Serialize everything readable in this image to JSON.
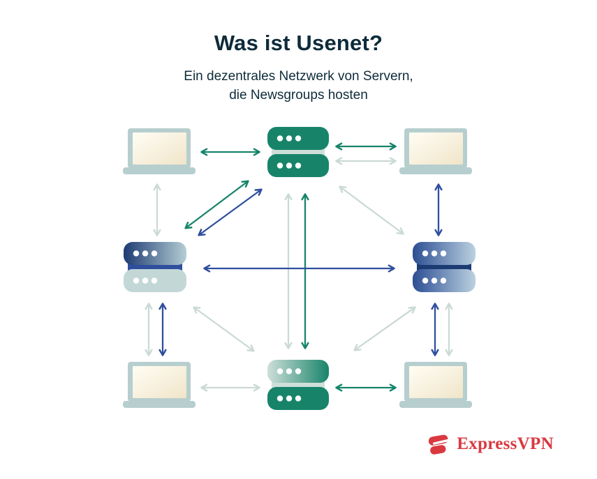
{
  "header": {
    "title": "Was ist Usenet?",
    "subtitle_line1": "Ein dezentrales Netzwerk von Servern,",
    "subtitle_line2": "die Newsgroups hosten"
  },
  "branding": {
    "logo_text": "ExpressVPN"
  },
  "theme": {
    "background": "#FFFFFF",
    "heading_color": "#0E2B3A",
    "green": "#17846A",
    "navy": "#2F4F9E",
    "navy_dark": "#1D3B73",
    "light": "#CBDAD6",
    "laptop_frame": "#B7CECE",
    "screen_start": "#FFFDF4",
    "screen_end": "#F0E5C9",
    "server_light": "#C3D8D6",
    "steel_pale": "#B5CDD4",
    "blue_start": "#2C4E93",
    "blue_end": "#BBD1E0",
    "green_pale": "#CEDFD9",
    "logo_red": "#DA3940"
  },
  "diagram": {
    "nodes": [
      {
        "id": "laptop-top-left",
        "type": "laptop"
      },
      {
        "id": "server-top",
        "type": "server",
        "style": "green"
      },
      {
        "id": "laptop-top-right",
        "type": "laptop"
      },
      {
        "id": "server-left",
        "type": "server",
        "style": "navy-gradient-top-light-bottom"
      },
      {
        "id": "server-right",
        "type": "server",
        "style": "navy-gradient"
      },
      {
        "id": "laptop-bottom-left",
        "type": "laptop"
      },
      {
        "id": "server-bottom",
        "type": "server",
        "style": "green-gradient-top-solid-bottom"
      },
      {
        "id": "laptop-bottom-right",
        "type": "laptop"
      }
    ],
    "connections": [
      {
        "from": "laptop-top-left",
        "to": "server-top",
        "color": "green"
      },
      {
        "from": "server-top",
        "to": "laptop-top-right",
        "color": "green"
      },
      {
        "from": "server-top",
        "to": "laptop-top-right",
        "color": "light"
      },
      {
        "from": "laptop-top-left",
        "to": "server-left",
        "color": "light"
      },
      {
        "from": "laptop-top-right",
        "to": "server-right",
        "color": "navy"
      },
      {
        "from": "server-left",
        "to": "server-top",
        "color": "green"
      },
      {
        "from": "server-left",
        "to": "server-top",
        "color": "navy"
      },
      {
        "from": "server-top",
        "to": "server-right",
        "color": "light"
      },
      {
        "from": "server-top",
        "to": "server-bottom",
        "color": "light"
      },
      {
        "from": "server-top",
        "to": "server-bottom",
        "color": "green"
      },
      {
        "from": "server-left",
        "to": "server-right",
        "color": "navy"
      },
      {
        "from": "server-left",
        "to": "laptop-bottom-left",
        "color": "light"
      },
      {
        "from": "server-left",
        "to": "laptop-bottom-left",
        "color": "navy"
      },
      {
        "from": "server-left",
        "to": "server-bottom",
        "color": "light"
      },
      {
        "from": "server-bottom",
        "to": "server-right",
        "color": "light"
      },
      {
        "from": "server-right",
        "to": "laptop-bottom-right",
        "color": "navy"
      },
      {
        "from": "server-right",
        "to": "laptop-bottom-right",
        "color": "light"
      },
      {
        "from": "laptop-bottom-left",
        "to": "server-bottom",
        "color": "light"
      },
      {
        "from": "server-bottom",
        "to": "laptop-bottom-right",
        "color": "green"
      }
    ]
  }
}
